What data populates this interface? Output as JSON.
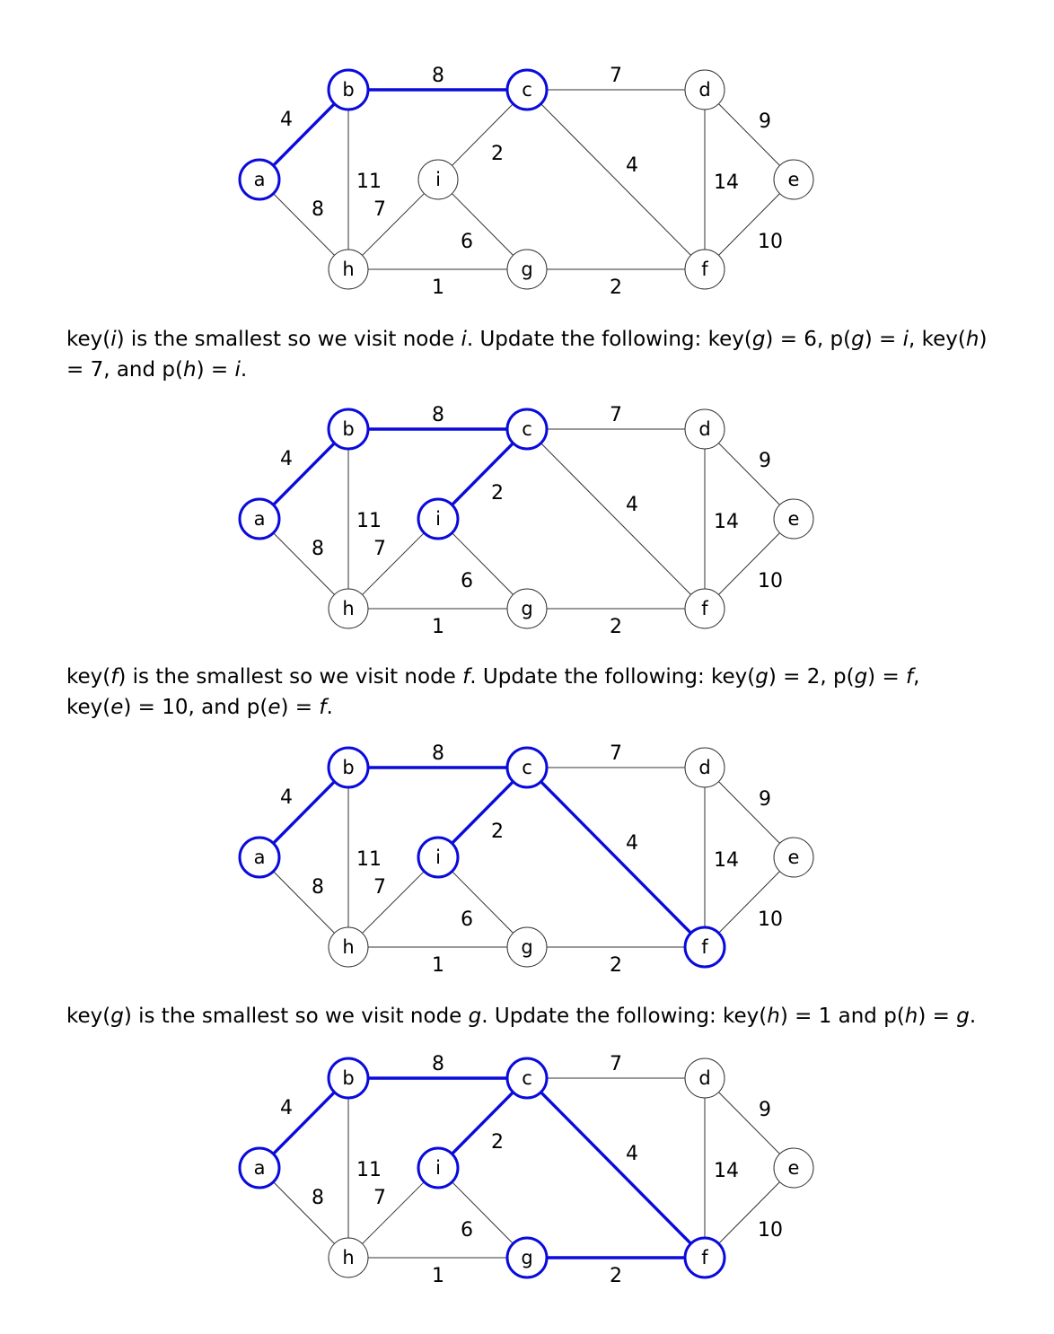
{
  "colors": {
    "highlight": "#0a0adc",
    "normal": "#333333"
  },
  "nodes": [
    {
      "id": "a",
      "label": "a"
    },
    {
      "id": "b",
      "label": "b"
    },
    {
      "id": "c",
      "label": "c"
    },
    {
      "id": "d",
      "label": "d"
    },
    {
      "id": "e",
      "label": "e"
    },
    {
      "id": "f",
      "label": "f"
    },
    {
      "id": "g",
      "label": "g"
    },
    {
      "id": "h",
      "label": "h"
    },
    {
      "id": "i",
      "label": "i"
    }
  ],
  "edges": [
    {
      "from": "a",
      "to": "b",
      "weight": "4"
    },
    {
      "from": "b",
      "to": "c",
      "weight": "8"
    },
    {
      "from": "c",
      "to": "d",
      "weight": "7"
    },
    {
      "from": "d",
      "to": "e",
      "weight": "9"
    },
    {
      "from": "a",
      "to": "h",
      "weight": "8"
    },
    {
      "from": "b",
      "to": "h",
      "weight": "11"
    },
    {
      "from": "c",
      "to": "i",
      "weight": "2"
    },
    {
      "from": "c",
      "to": "f",
      "weight": "4"
    },
    {
      "from": "d",
      "to": "f",
      "weight": "14"
    },
    {
      "from": "e",
      "to": "f",
      "weight": "10"
    },
    {
      "from": "h",
      "to": "i",
      "weight": "7"
    },
    {
      "from": "i",
      "to": "g",
      "weight": "6"
    },
    {
      "from": "h",
      "to": "g",
      "weight": "1"
    },
    {
      "from": "g",
      "to": "f",
      "weight": "2"
    }
  ],
  "graphs": [
    {
      "highlight_nodes": [
        "a",
        "b",
        "c"
      ],
      "highlight_edges": [
        "a-b",
        "b-c"
      ]
    },
    {
      "highlight_nodes": [
        "a",
        "b",
        "c",
        "i"
      ],
      "highlight_edges": [
        "a-b",
        "b-c",
        "c-i"
      ]
    },
    {
      "highlight_nodes": [
        "a",
        "b",
        "c",
        "i",
        "f"
      ],
      "highlight_edges": [
        "a-b",
        "b-c",
        "c-i",
        "c-f"
      ]
    },
    {
      "highlight_nodes": [
        "a",
        "b",
        "c",
        "i",
        "f",
        "g"
      ],
      "highlight_edges": [
        "a-b",
        "b-c",
        "c-i",
        "c-f",
        "g-f"
      ]
    }
  ],
  "paragraphs": [
    [
      {
        "t": "key("
      },
      {
        "t": "i",
        "it": true
      },
      {
        "t": ") is the smallest so we visit node "
      },
      {
        "t": "i",
        "it": true
      },
      {
        "t": ". Update the following: key("
      },
      {
        "t": "g",
        "it": true
      },
      {
        "t": ") = 6, p("
      },
      {
        "t": "g",
        "it": true
      },
      {
        "t": ") = "
      },
      {
        "t": "i",
        "it": true
      },
      {
        "t": ", key("
      },
      {
        "t": "h",
        "it": true
      },
      {
        "t": ") = 7, and p("
      },
      {
        "t": "h",
        "it": true
      },
      {
        "t": ") = "
      },
      {
        "t": "i",
        "it": true
      },
      {
        "t": "."
      }
    ],
    [
      {
        "t": "key("
      },
      {
        "t": "f",
        "it": true
      },
      {
        "t": ") is the smallest so we visit node "
      },
      {
        "t": "f",
        "it": true
      },
      {
        "t": ". Update the following: key("
      },
      {
        "t": "g",
        "it": true
      },
      {
        "t": ") = 2, p("
      },
      {
        "t": "g",
        "it": true
      },
      {
        "t": ") = "
      },
      {
        "t": "f",
        "it": true
      },
      {
        "t": ", key("
      },
      {
        "t": "e",
        "it": true
      },
      {
        "t": ") = 10, and p("
      },
      {
        "t": "e",
        "it": true
      },
      {
        "t": ") = "
      },
      {
        "t": "f",
        "it": true
      },
      {
        "t": "."
      }
    ],
    [
      {
        "t": "key("
      },
      {
        "t": "g",
        "it": true
      },
      {
        "t": ") is the smallest so we visit node "
      },
      {
        "t": "g",
        "it": true
      },
      {
        "t": ". Update the following: key("
      },
      {
        "t": "h",
        "it": true
      },
      {
        "t": ") = 1 and p("
      },
      {
        "t": "h",
        "it": true
      },
      {
        "t": ") = "
      },
      {
        "t": "g",
        "it": true
      },
      {
        "t": "."
      }
    ]
  ]
}
